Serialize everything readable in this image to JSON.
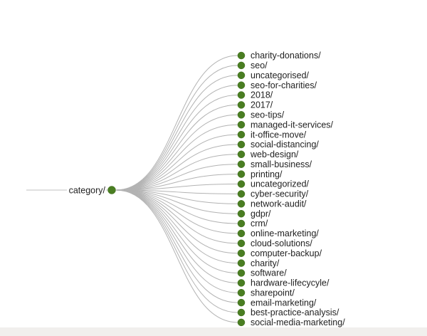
{
  "diagram": {
    "type": "tree",
    "root": {
      "label": "category/"
    },
    "leaves": [
      "charity-donations/",
      "seo/",
      "uncategorised/",
      "seo-for-charities/",
      "2018/",
      "2017/",
      "seo-tips/",
      "managed-it-services/",
      "it-office-move/",
      "social-distancing/",
      "web-design/",
      "small-business/",
      "printing/",
      "uncategorized/",
      "cyber-security/",
      "network-audit/",
      "gdpr/",
      "crm/",
      "online-marketing/",
      "cloud-solutions/",
      "computer-backup/",
      "charity/",
      "software/",
      "hardware-lifecycyle/",
      "sharepoint/",
      "email-marketing/",
      "best-practice-analysis/",
      "social-media-marketing/"
    ],
    "colors": {
      "node_fill": "#4a7e22",
      "node_edge": "#3c6a1b",
      "link_stroke": "#b3b3b3",
      "root_line": "#c2c2c2",
      "label_text": "#222222",
      "background": "#ffffff",
      "bottom_strip": "#f1efed"
    }
  }
}
